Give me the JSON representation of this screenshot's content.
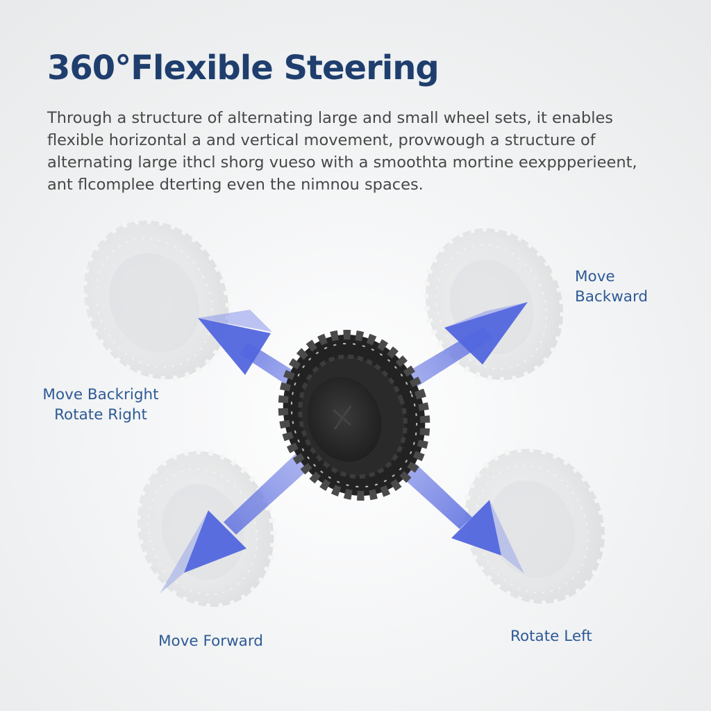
{
  "title": "360°Flexible Steering",
  "description": [
    "Through a structure of alternating large and small wheel sets, it enables",
    "flexible horizontal a and vertical movement, provwough a structure of",
    "alternating large ithcl shorg vueso with a smoothta mortine eexppperieent,",
    "ant flcomplee dterting even the nimnou spaces."
  ],
  "labels": {
    "move_backward": [
      "Move",
      "Backward"
    ],
    "move_backright": [
      "Move Backright",
      "Rotate Right"
    ],
    "move_forward": "Move Forward",
    "rotate_left": "Rotate Left"
  },
  "colors": {
    "title": "#1f3e6e",
    "label": "#2e5a95",
    "arrow": "#5b6ee0",
    "wheel_center": "#2b2b2b",
    "ghost_wheel": "#e2e3e4"
  }
}
